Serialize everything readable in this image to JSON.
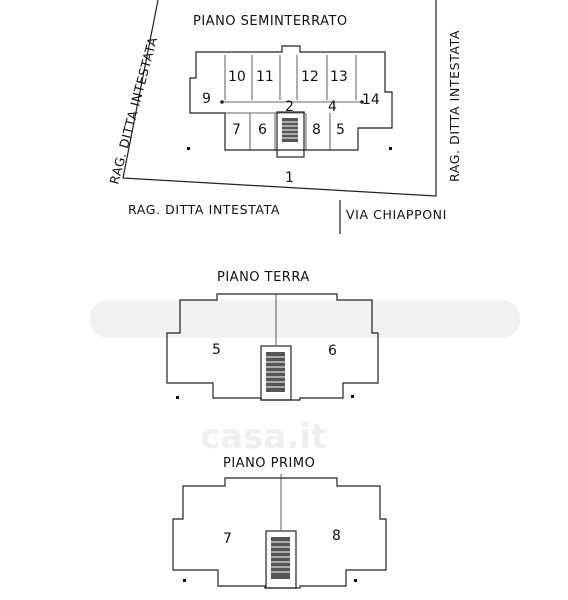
{
  "floors": {
    "seminterrato": {
      "title": "PIANO SEMINTERRATO",
      "units": [
        "10",
        "11",
        "12",
        "13",
        "9",
        "2",
        "4",
        "14",
        "7",
        "6",
        "8",
        "5",
        "1"
      ]
    },
    "terra": {
      "title": "PIANO TERRA",
      "units": [
        "5",
        "6"
      ]
    },
    "primo": {
      "title": "PIANO PRIMO",
      "units": [
        "7",
        "8"
      ]
    }
  },
  "boundary_labels": {
    "left": "RAG. DITTA INTESTATA",
    "right": "RAG. DITTA INTESTATA",
    "bottom": "RAG. DITTA INTESTATA",
    "street": "VIA CHIAPPONI"
  },
  "watermark": "casa.it"
}
